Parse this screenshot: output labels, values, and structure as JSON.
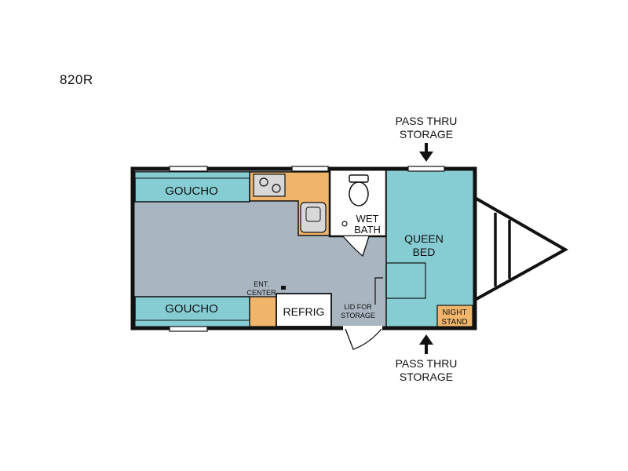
{
  "model": "820R",
  "labels": {
    "pass_thru_top": [
      "PASS THRU",
      "STORAGE"
    ],
    "pass_thru_bottom": [
      "PASS THRU",
      "STORAGE"
    ],
    "goucho_top": "GOUCHO",
    "goucho_bottom": "GOUCHO",
    "wet_bath": [
      "WET",
      "BATH"
    ],
    "queen_bed": [
      "QUEEN",
      "BED"
    ],
    "ent_center": [
      "ENT.",
      "CENTER"
    ],
    "refrig": "REFRIG",
    "lid_for_storage": [
      "LID FOR",
      "STORAGE"
    ],
    "night_stand": [
      "NIGHT",
      "STAND"
    ]
  },
  "colors": {
    "floor": "#a9b6c1",
    "teal": "#86cdd3",
    "orange": "#f0b56a",
    "wall": "#111111"
  }
}
